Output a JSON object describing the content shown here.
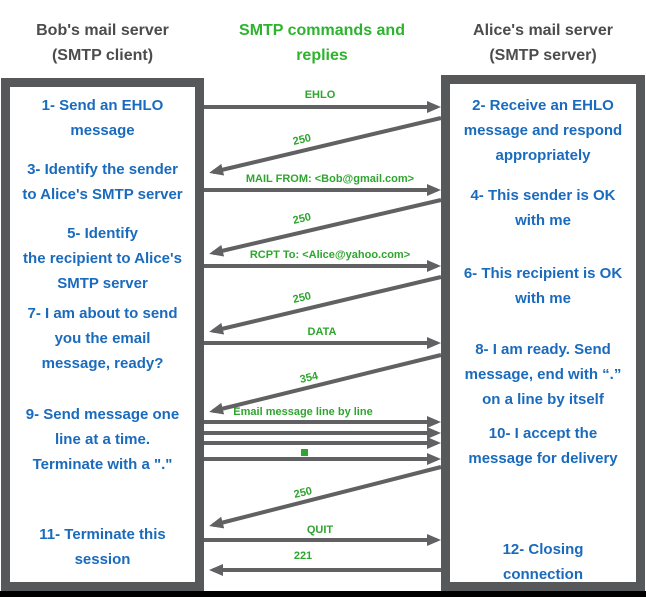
{
  "headers": {
    "client": "Bob's mail server\n(SMTP client)",
    "center": "SMTP commands and\nreplies",
    "server": "Alice's mail server\n(SMTP server)"
  },
  "client_steps": [
    "1- Send an EHLO\nmessage",
    "3- Identify the sender\nto Alice's SMTP server",
    "5- Identify\nthe recipient to Alice's\nSMTP server",
    "7- I am about to send\nyou the email\nmessage, ready?",
    "9- Send message one\nline at a time.\nTerminate with a \".\"",
    "11- Terminate this\nsession"
  ],
  "server_steps": [
    "2- Receive an EHLO\nmessage and respond\nappropriately",
    "4- This sender is OK\nwith me",
    "6- This recipient is OK\nwith me",
    "8-  I am ready. Send\nmessage, end with “.”\non a line by itself",
    "10-  I accept the\nmessage for delivery",
    "12-  Closing\nconnection"
  ],
  "messages": {
    "ehlo": "EHLO",
    "reply_250_1": "250",
    "mail_from": "MAIL FROM: <Bob@gmail.com>",
    "reply_250_2": "250",
    "rcpt_to": "RCPT To: <Alice@yahoo.com>",
    "reply_250_3": "250",
    "data": "DATA",
    "reply_354": "354",
    "email_lines": "Email message line by line",
    "reply_250_4": "250",
    "quit": "QUIT",
    "reply_221": "221"
  },
  "icons": {
    "terminating_dot": "green-square"
  },
  "colors": {
    "accent_green": "#2fa52f",
    "text_blue": "#1a6bbd",
    "frame_gray": "#57585a",
    "arrow_gray": "#616163",
    "header_gray": "#4c4c4e",
    "footer_black": "#000000"
  }
}
